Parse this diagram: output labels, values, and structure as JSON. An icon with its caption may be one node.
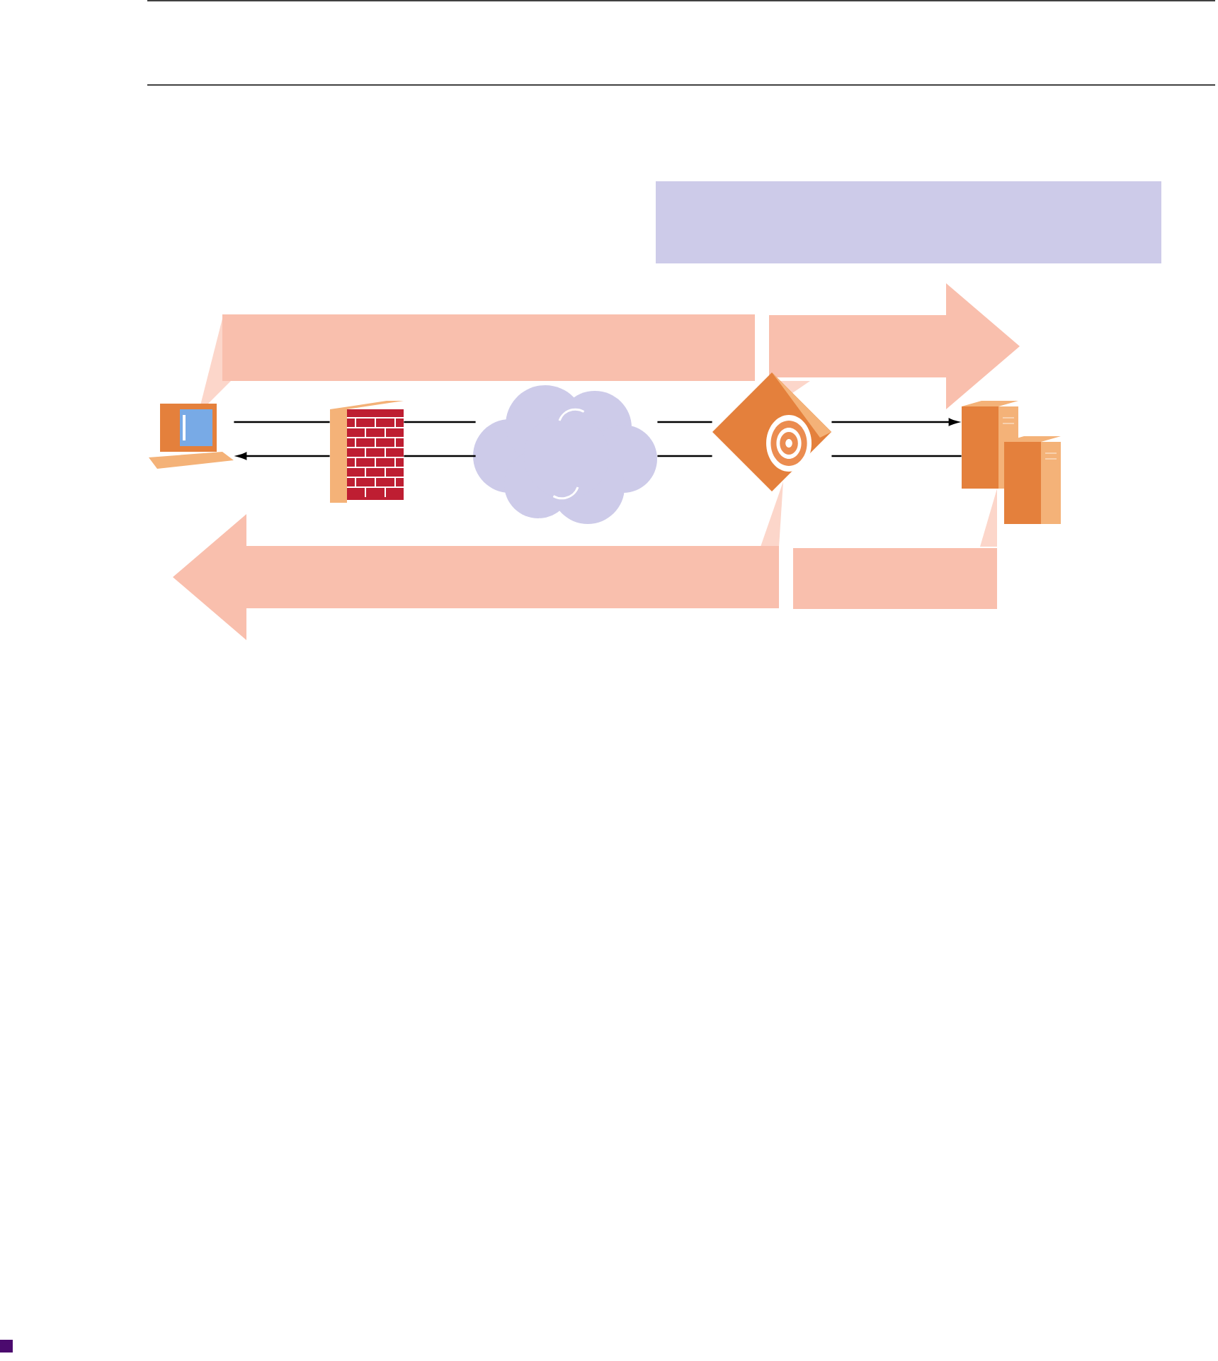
{
  "diagram": {
    "nodes": [
      {
        "text": [],
        "shape": "box"
      },
      {
        "text": [],
        "shape": "bar"
      },
      {
        "text": [],
        "shape": "arrow"
      },
      {
        "text": [],
        "shape": "computer"
      },
      {
        "text": [],
        "shape": "firewall"
      },
      {
        "text": [],
        "shape": "cloud"
      },
      {
        "text": [],
        "shape": "switch"
      },
      {
        "text": [],
        "shape": "server"
      },
      {
        "text": [],
        "shape": "arrow"
      },
      {
        "text": [],
        "shape": "bar"
      }
    ],
    "edges": [
      {
        "from": 3,
        "to": 4,
        "arrow": "none"
      },
      {
        "from": 4,
        "to": 5,
        "arrow": "none"
      },
      {
        "from": 5,
        "to": 6,
        "arrow": "none"
      },
      {
        "from": 6,
        "to": 7,
        "arrow": "to"
      },
      {
        "from": 7,
        "to": 6,
        "arrow": "none"
      },
      {
        "from": 6,
        "to": 5,
        "arrow": "none"
      },
      {
        "from": 5,
        "to": 4,
        "arrow": "none"
      },
      {
        "from": 4,
        "to": 3,
        "arrow": "to"
      }
    ]
  }
}
